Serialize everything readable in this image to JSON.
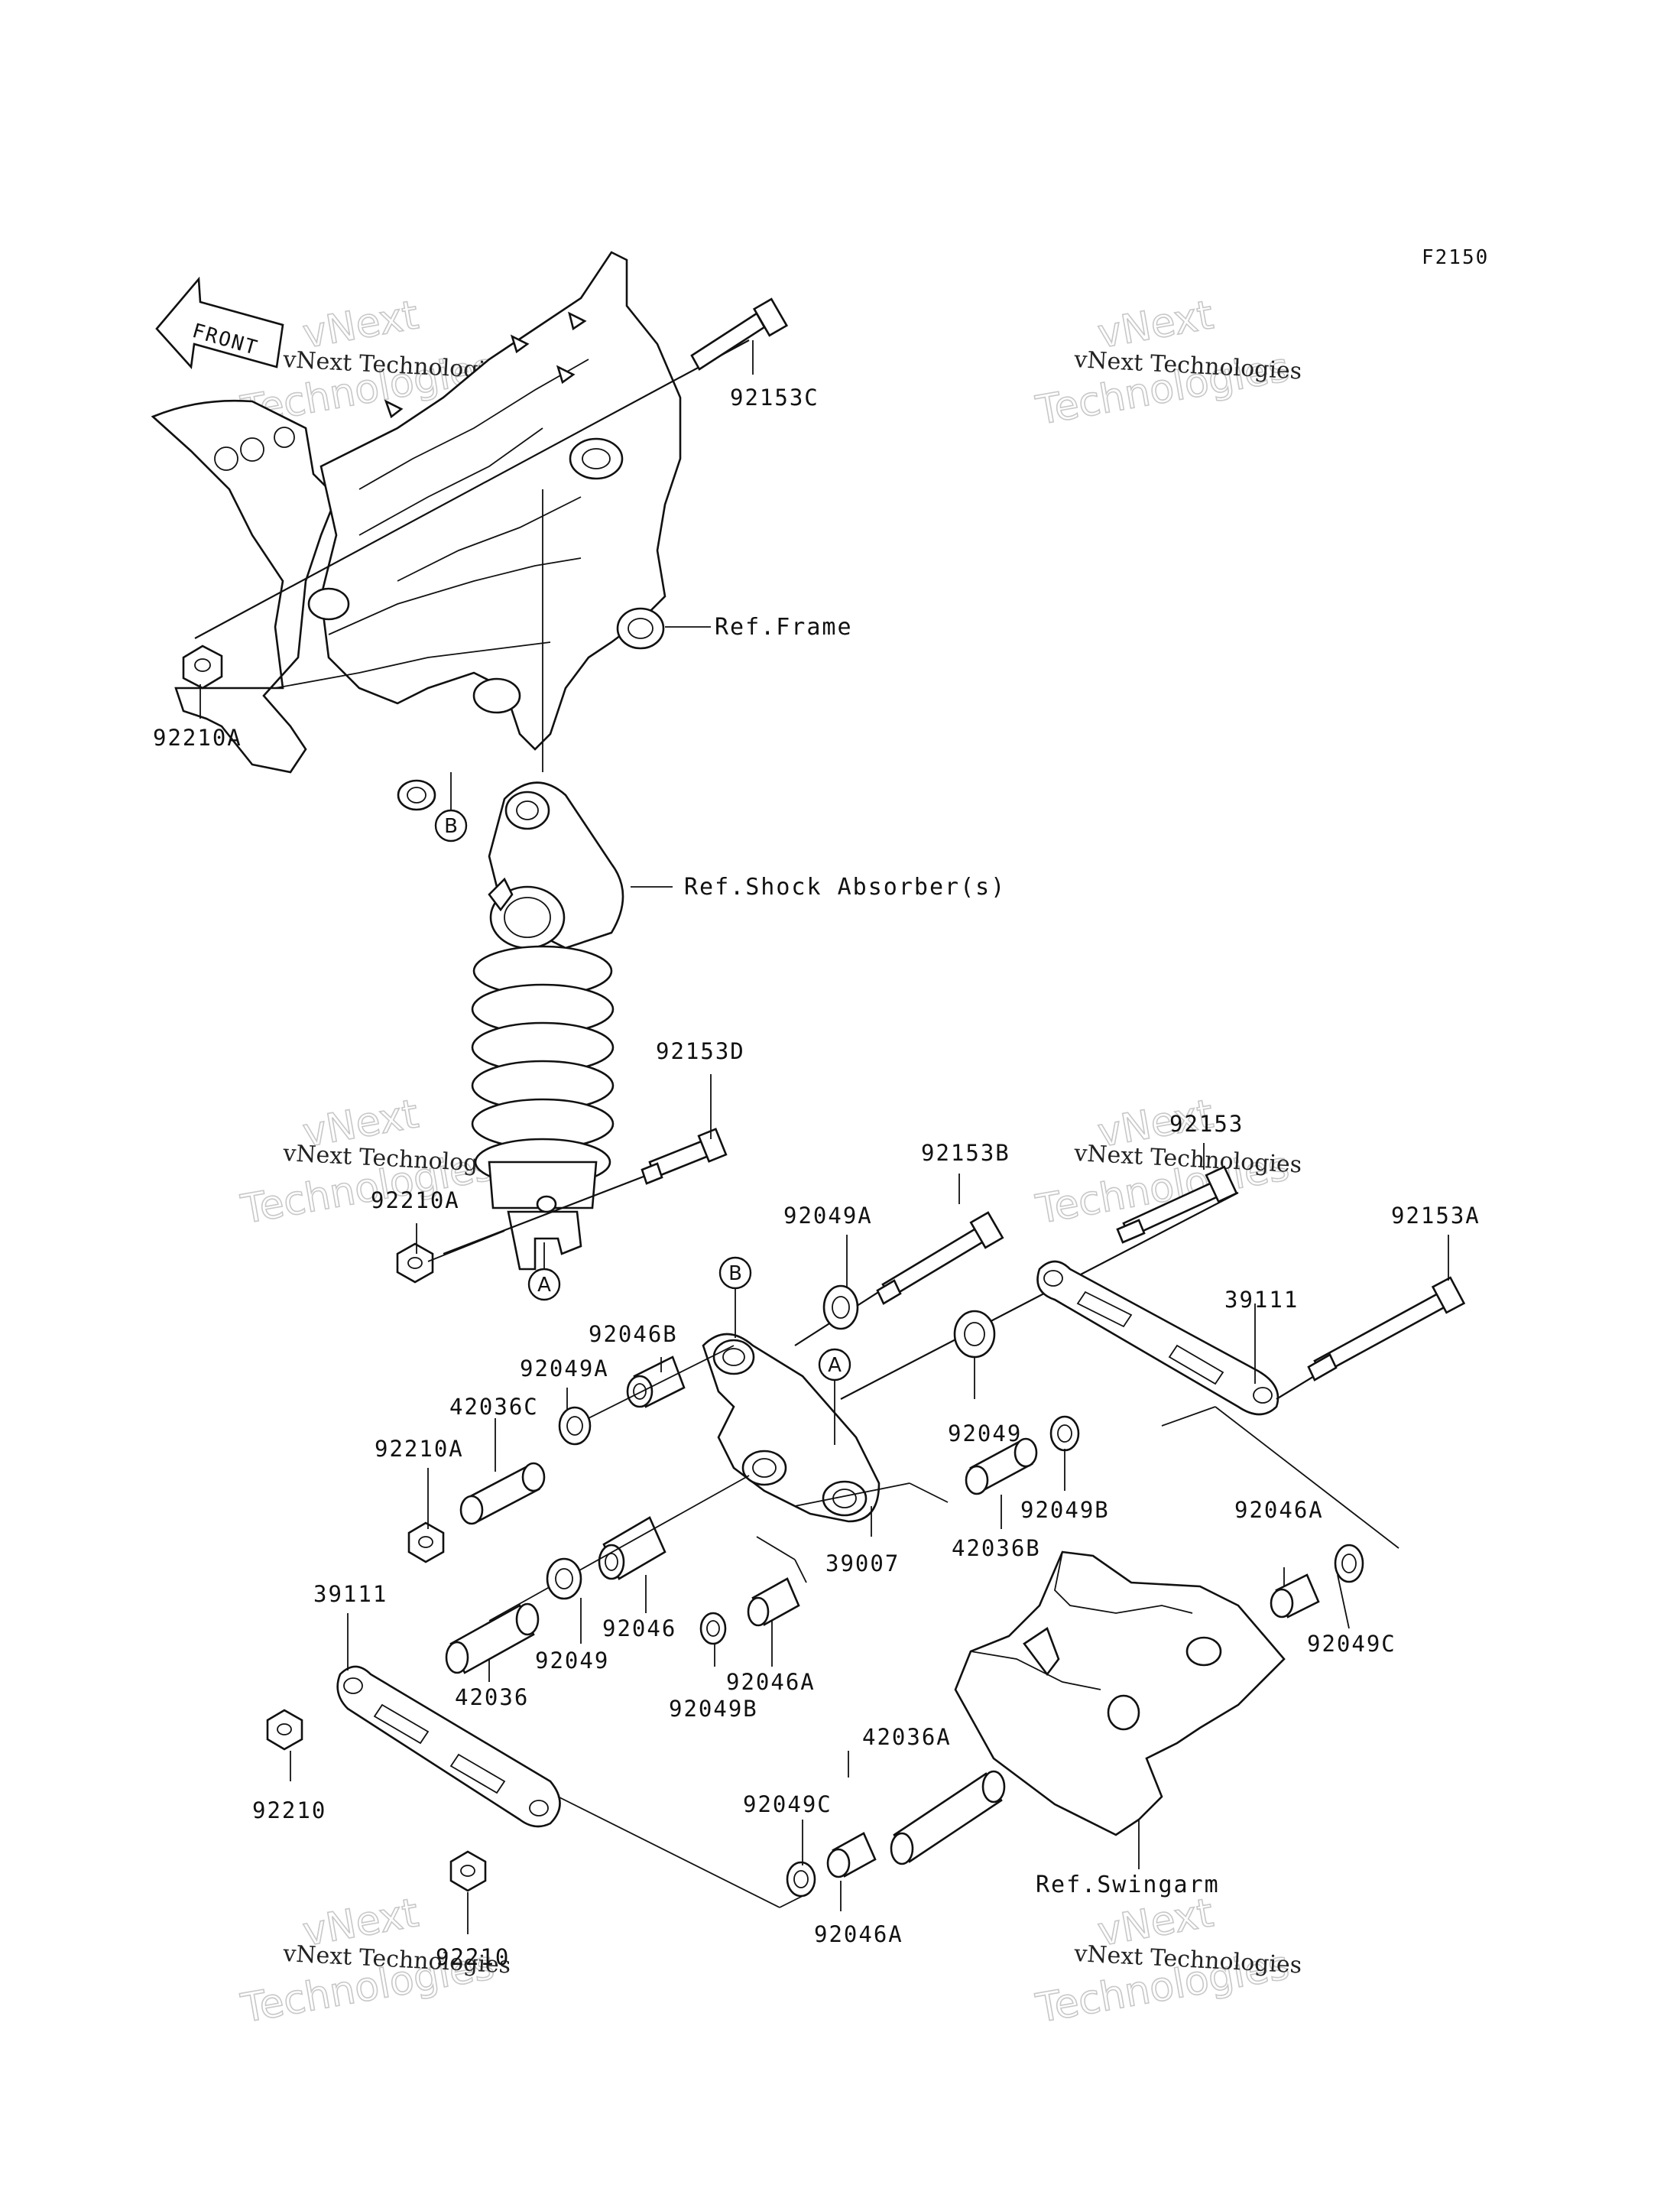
{
  "figure_id": "F2150",
  "front_marker": "FRONT",
  "watermark": {
    "company": "vNext Technologies",
    "line1": "vNext",
    "line2": "Technologies"
  },
  "references": {
    "frame": "Ref.Frame",
    "shock": "Ref.Shock Absorber(s)",
    "swingarm": "Ref.Swingarm"
  },
  "markers": {
    "a": "A",
    "b": "B"
  },
  "part_labels": {
    "p92153C": "92153C",
    "p92210A_1": "92210A",
    "p92153D": "92153D",
    "p92210A_2": "92210A",
    "p92153B": "92153B",
    "p92153": "92153",
    "p92049A_1": "92049A",
    "p92153A": "92153A",
    "p92046B": "92046B",
    "p39111_r": "39111",
    "p92049A_2": "92049A",
    "p42036C": "42036C",
    "p92049": "92049",
    "p92210A_3": "92210A",
    "p92049B_1": "92049B",
    "p42036B": "42036B",
    "p39007": "39007",
    "p92046A_1": "92046A",
    "p92046": "92046",
    "p39111_l": "39111",
    "p92049_2": "92049",
    "p92049C_1": "92049C",
    "p92046A_2": "92046A",
    "p42036": "42036",
    "p92049B_2": "92049B",
    "p42036A": "42036A",
    "p92210_1": "92210",
    "p92049C_2": "92049C",
    "p92210_2": "92210",
    "p92046A_3": "92046A"
  }
}
